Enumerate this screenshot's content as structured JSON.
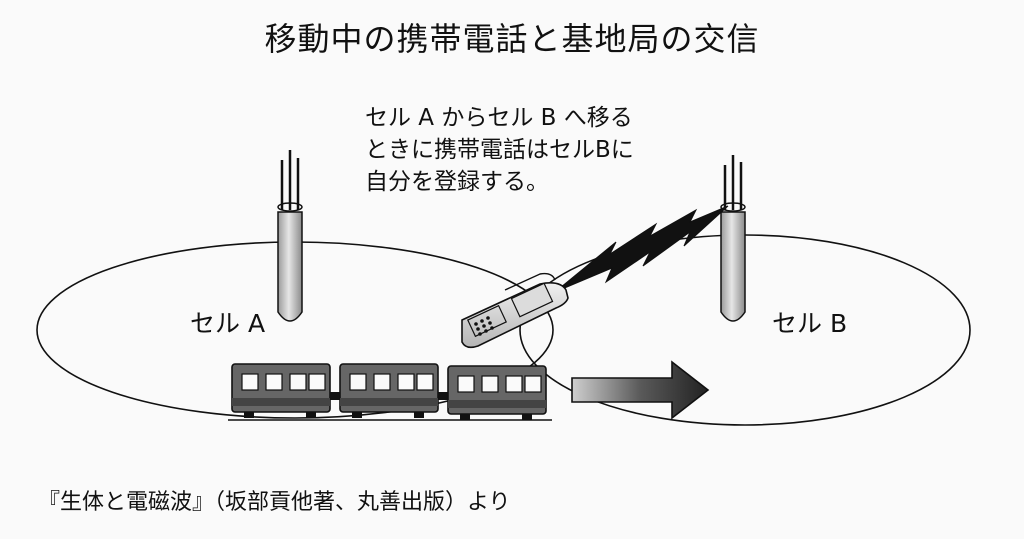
{
  "title": "移動中の携帯電話と基地局の交信",
  "note": {
    "lines": [
      "セル A からセル B へ移る",
      "ときに携帯電話はセルBに",
      "自分を登録する。"
    ]
  },
  "cells": {
    "a_label": "セル A",
    "b_label": "セル B"
  },
  "source": "『生体と電磁波』（坂部貢他著、丸善出版）より",
  "colors": {
    "background": "#fafafa",
    "line": "#111111",
    "train_body": "#555555",
    "tower_shade": "#bbbbbb"
  }
}
